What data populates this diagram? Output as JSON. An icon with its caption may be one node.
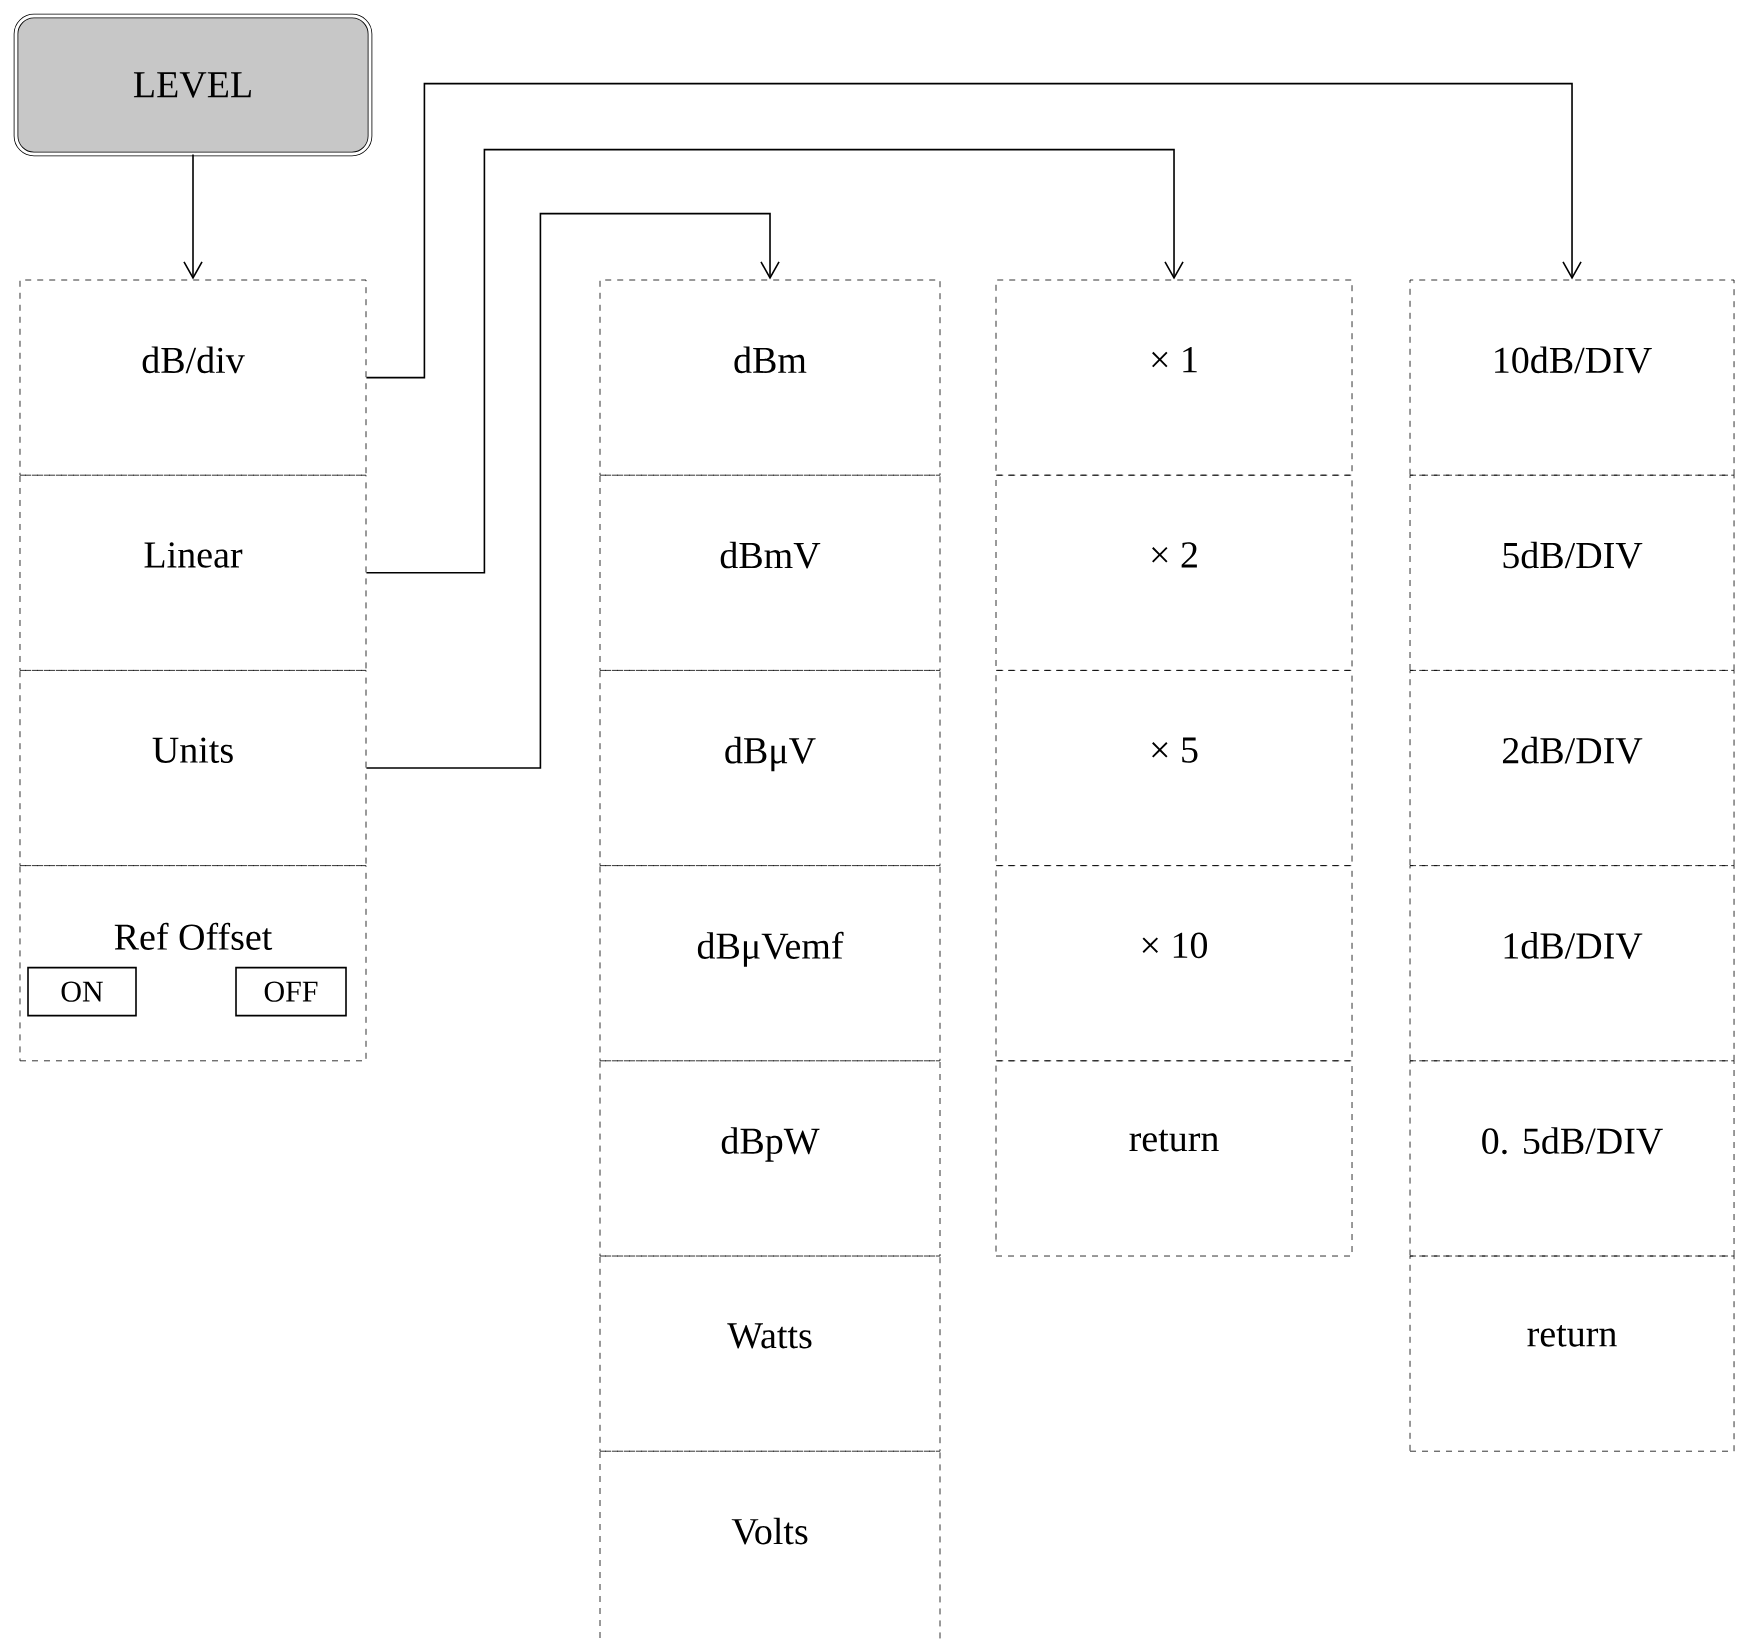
{
  "diagram": {
    "nodes": [
      {
        "text": [
          "LEVEL"
        ]
      },
      {
        "text": [
          "dB/div"
        ]
      },
      {
        "text": [
          "Linear"
        ]
      },
      {
        "text": [
          "Units"
        ]
      },
      {
        "text": [
          "Ref Offset"
        ]
      },
      {
        "text": [
          "ON"
        ],
        "in": 4
      },
      {
        "text": [
          "OFF"
        ],
        "in": 4
      },
      {
        "text": [
          "dBm"
        ]
      },
      {
        "text": [
          "dBmV"
        ]
      },
      {
        "text": [
          "dBμV"
        ]
      },
      {
        "text": [
          "dBμVemf"
        ]
      },
      {
        "text": [
          "dBpW"
        ]
      },
      {
        "text": [
          "Watts"
        ]
      },
      {
        "text": [
          "Volts"
        ]
      },
      {
        "text": [
          "× 1"
        ]
      },
      {
        "text": [
          "× 2"
        ]
      },
      {
        "text": [
          "× 5"
        ]
      },
      {
        "text": [
          "× 10"
        ]
      },
      {
        "text": [
          "return"
        ]
      },
      {
        "text": [
          "10dB/DIV"
        ]
      },
      {
        "text": [
          "5dB/DIV"
        ]
      },
      {
        "text": [
          "2dB/DIV"
        ]
      },
      {
        "text": [
          "1dB/DIV"
        ]
      },
      {
        "text": [
          "0. 5dB/DIV"
        ]
      },
      {
        "text": [
          "return"
        ]
      }
    ],
    "edges": [
      {
        "from": 0,
        "to": 1,
        "arrow": "to"
      },
      {
        "from": 1,
        "to": 19,
        "arrow": "to"
      },
      {
        "from": 2,
        "to": 14,
        "arrow": "to"
      },
      {
        "from": 3,
        "to": 7,
        "arrow": "to"
      }
    ]
  }
}
